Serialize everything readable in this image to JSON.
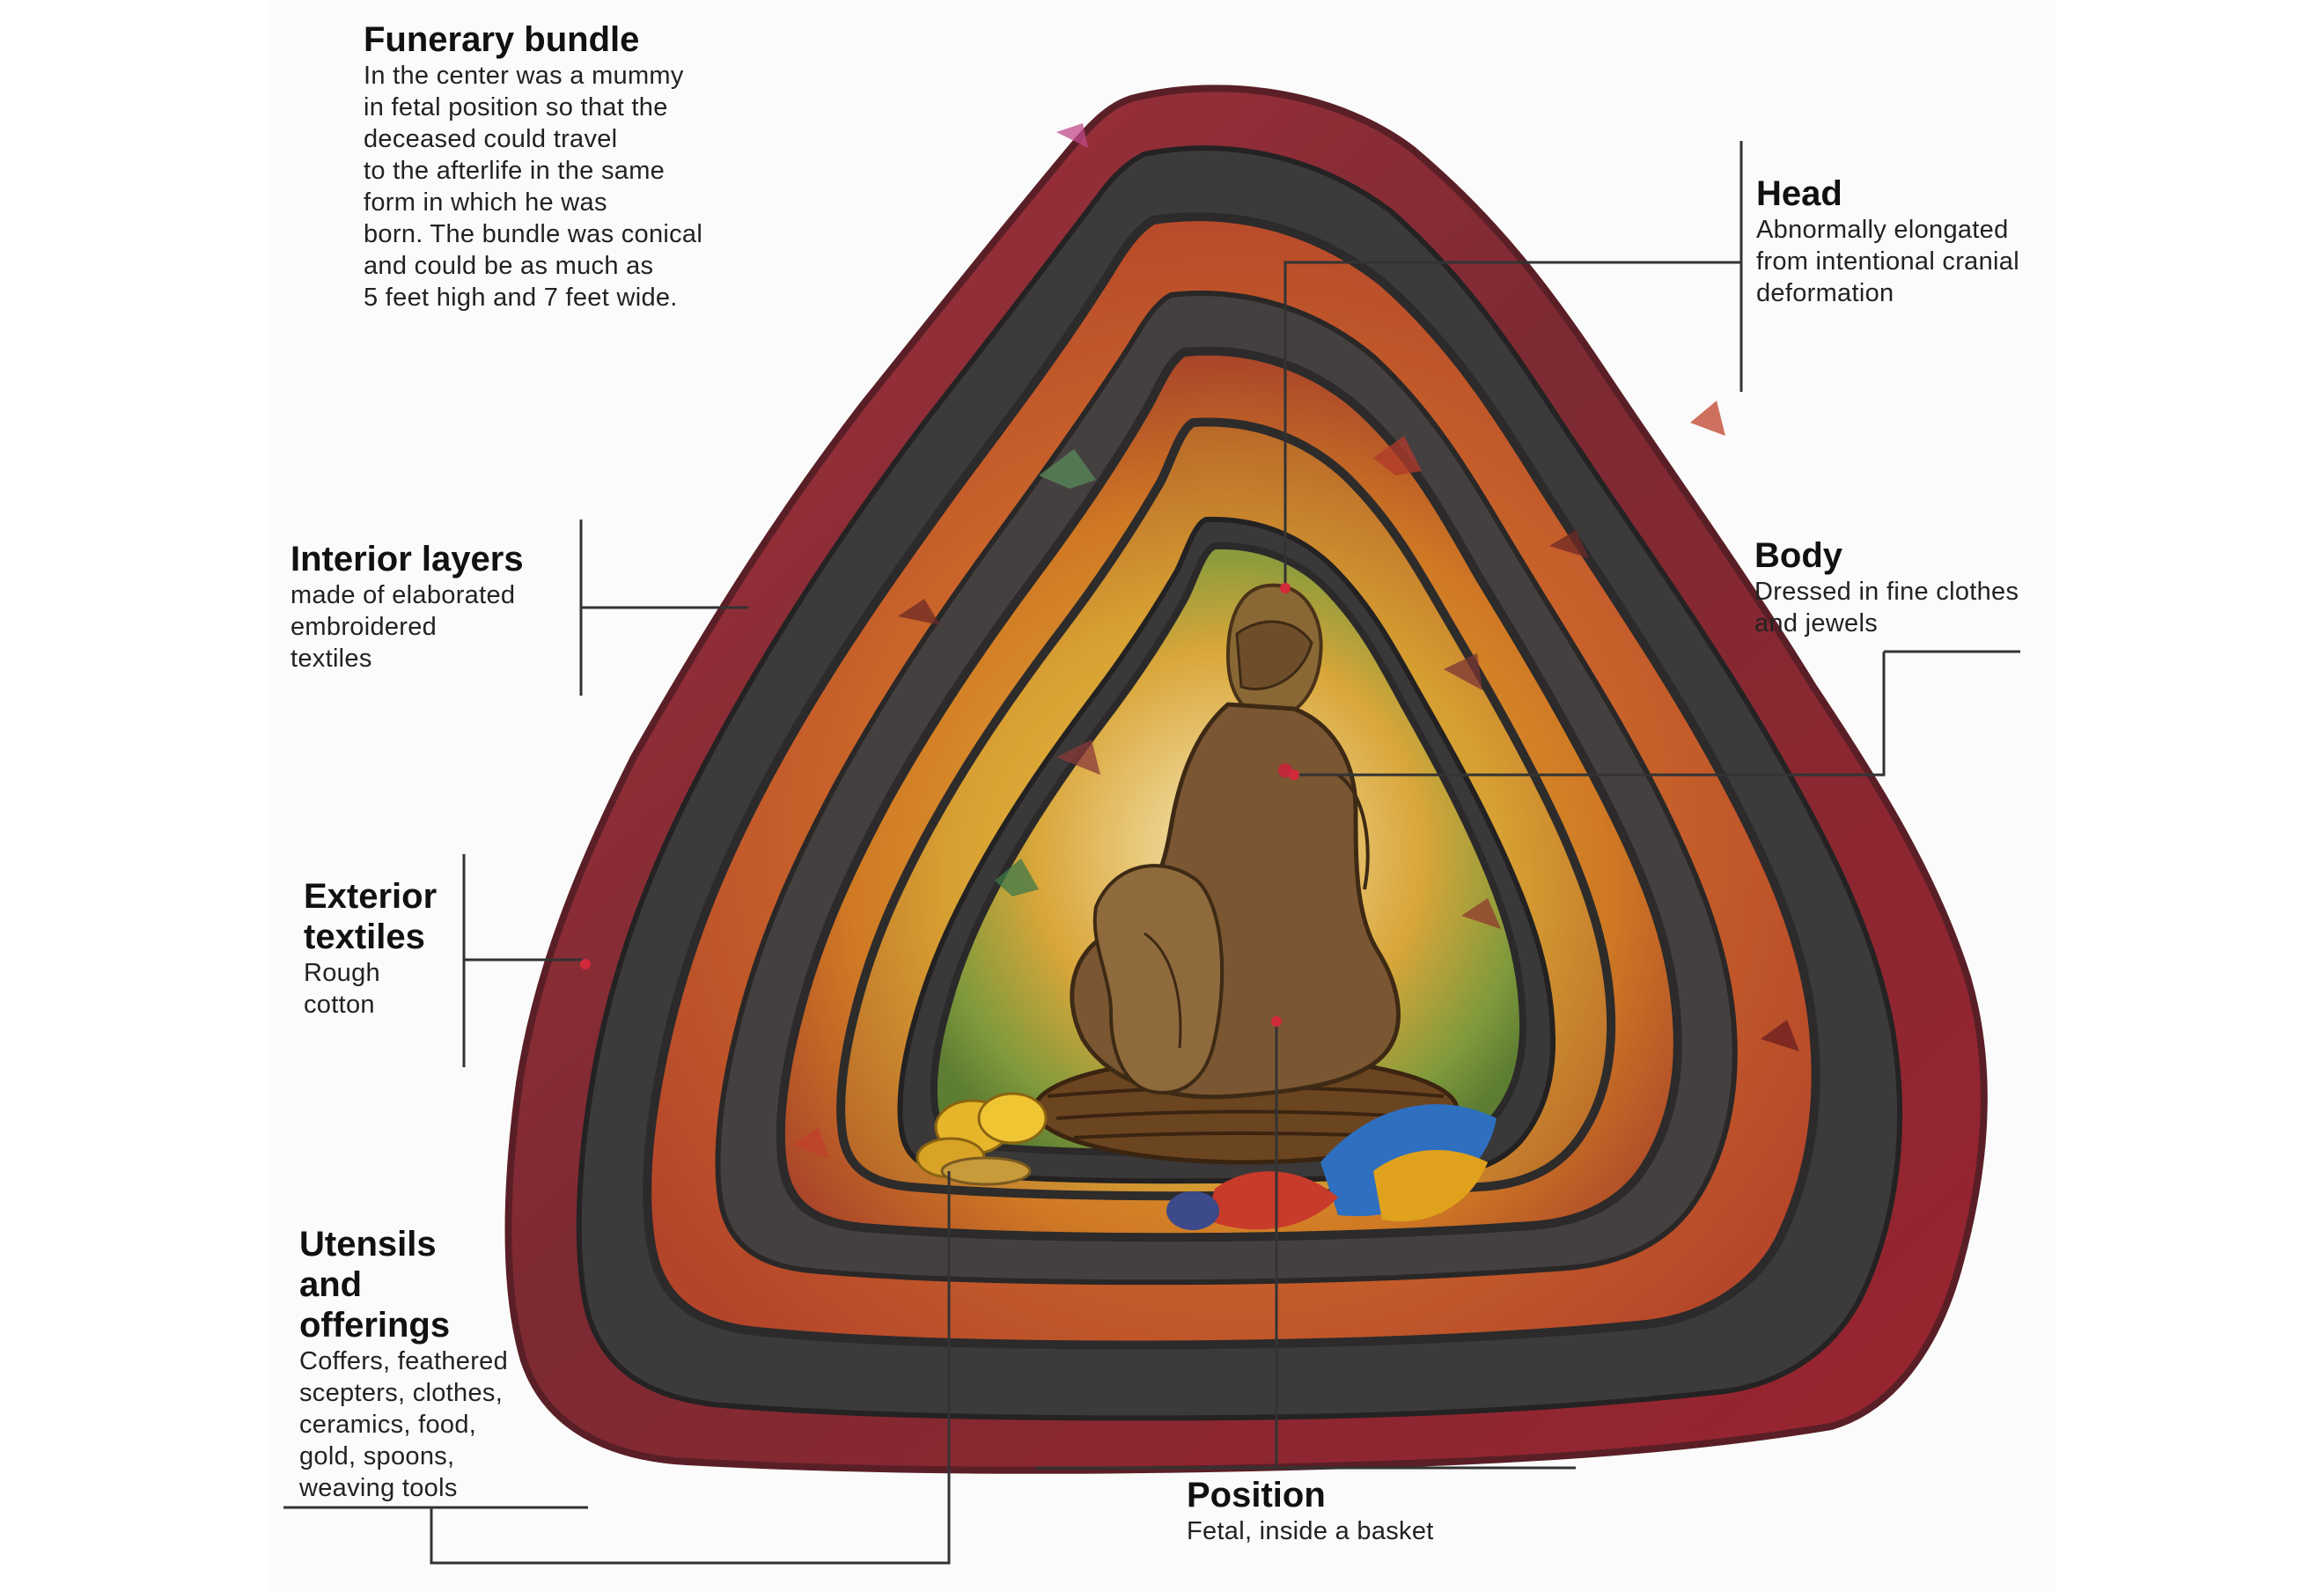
{
  "colors": {
    "outer_shell": "#8e2a36",
    "band_dark": "#3c3a3a",
    "layer_orange": "#c8641e",
    "layer_gold": "#e0ab2c",
    "layer_green": "#5e8a3a",
    "mummy_brown": "#7a5632",
    "background": "#ffffff",
    "leader_line": "#333333"
  },
  "icons": [
    "mummy-figure",
    "basket",
    "corn-offering",
    "feather-offering",
    "textile-motif"
  ],
  "labels": {
    "funerary_bundle": {
      "title": "Funerary bundle",
      "body": "In the center was a mummy\nin fetal position so that the\ndeceased could travel\nto the afterlife in the same\nform in which he was\nborn. The bundle was conical\nand could be as much as\n5 feet high and 7 feet wide."
    },
    "head": {
      "title": "Head",
      "body": "Abnormally elongated\nfrom intentional cranial\ndeformation"
    },
    "interior_layers": {
      "title": "Interior layers",
      "body": "made of elaborated\nembroidered\ntextiles"
    },
    "body": {
      "title": "Body",
      "body": "Dressed in fine clothes\nand jewels"
    },
    "exterior_textiles": {
      "title": "Exterior\ntextiles",
      "body": "Rough\ncotton"
    },
    "utensils": {
      "title": "Utensils\nand\nofferings",
      "body": "Coffers, feathered\nscepters, clothes,\nceramics, food,\ngold, spoons,\nweaving tools"
    },
    "position": {
      "title": "Position",
      "body": "Fetal, inside a basket"
    }
  }
}
